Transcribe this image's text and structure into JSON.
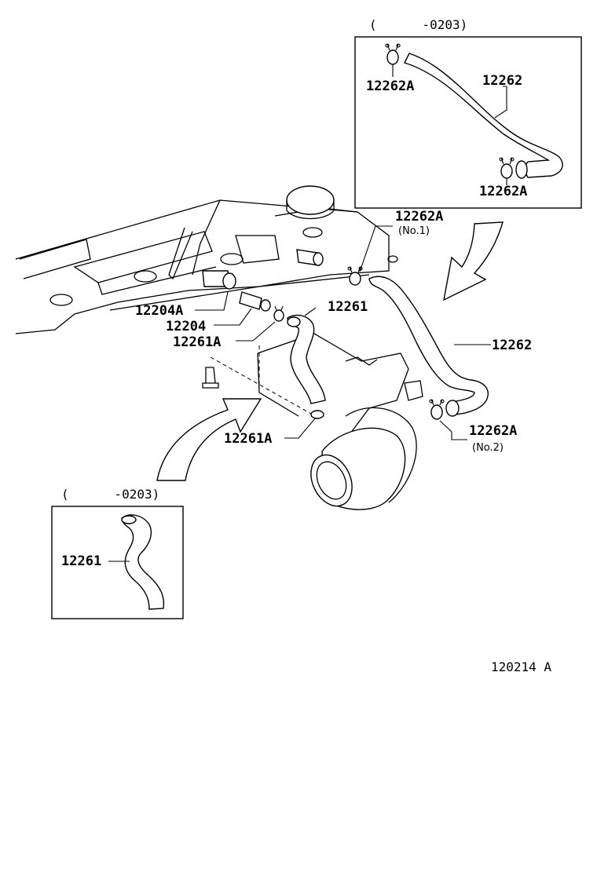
{
  "labels": {
    "inset_top_range": "(      -0203)",
    "inset_top_clamp_upper": "12262A",
    "inset_top_hose": "12262",
    "inset_top_clamp_lower": "12262A",
    "clamp_no1": "12262A",
    "clamp_no1_note": "(No.1)",
    "pcv_grommet": "12204A",
    "pcv_valve": "12204",
    "clamp_12261a_upper": "12261A",
    "hose_12261": "12261",
    "hose_12262": "12262",
    "clamp_no2": "12262A",
    "clamp_no2_note": "(No.2)",
    "clamp_12261a_lower": "12261A",
    "inset_bottom_range": "(      -0203)",
    "inset_bottom_hose": "12261",
    "diagram_code": "120214 A"
  }
}
